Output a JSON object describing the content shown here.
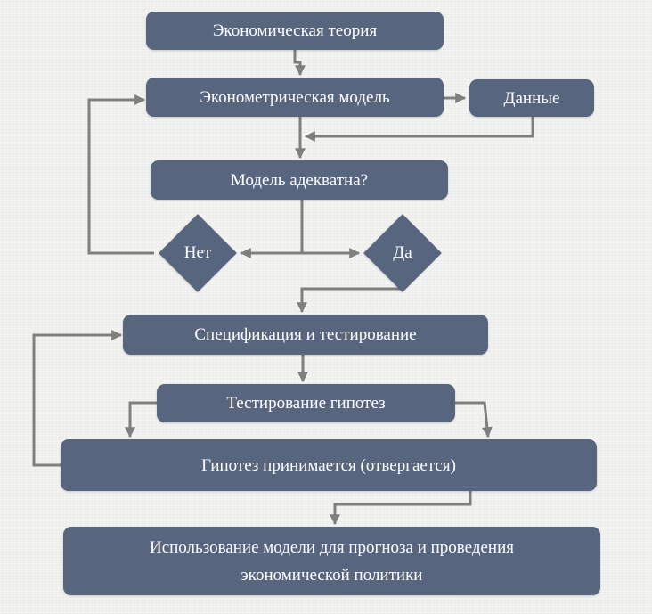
{
  "nodes": {
    "economic_theory": "Экономическая теория",
    "econometric_model": "Эконометрическая модель",
    "data": "Данные",
    "model_adequate": "Модель адекватна?",
    "no": "Нет",
    "yes": "Да",
    "specification_testing": "Спецификация и тестирование",
    "hypothesis_testing": "Тестирование гипотез",
    "hypothesis_accepted": "Гипотез принимается (отвергается)",
    "model_usage_line1": "Использование модели для прогноза и проведения",
    "model_usage_line2": "экономической политики"
  },
  "colors": {
    "box": "#57657f",
    "arrow": "#7f7f7f",
    "text": "#ffffff",
    "background": "#f1f1ef"
  }
}
